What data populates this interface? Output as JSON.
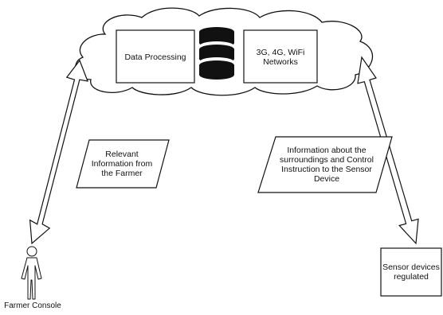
{
  "diagram": {
    "cloud": {
      "data_processing": "Data Processing",
      "networks": "3G, 4G, WiFi\nNetworks",
      "database_icon": "database-icon"
    },
    "messages": {
      "from_farmer": "Relevant\nInformation from\nthe Farmer",
      "to_sensor": "Information about the\nsurroundings and Control\nInstruction to the Sensor\nDevice"
    },
    "sensor": {
      "label": "Sensor devices\nregulated"
    },
    "farmer": {
      "label": "Farmer Console",
      "icon": "person-icon"
    },
    "colors": {
      "stroke": "#111111",
      "fill": "#ffffff"
    }
  }
}
